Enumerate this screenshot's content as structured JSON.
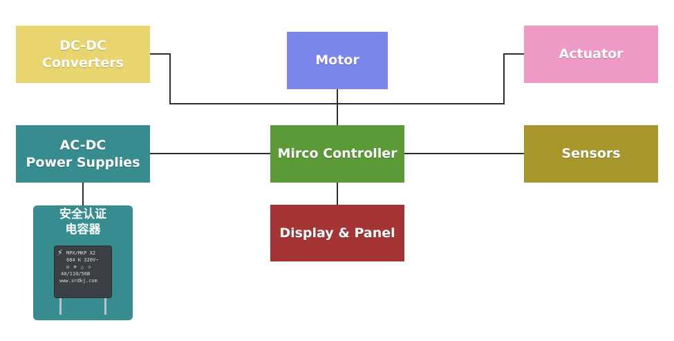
{
  "diagram": {
    "nodes": [
      {
        "id": "dcdc",
        "lines": [
          "DC-DC",
          "Converters"
        ],
        "color": "#e8d56f"
      },
      {
        "id": "motor",
        "lines": [
          "Motor"
        ],
        "color": "#7b86ea"
      },
      {
        "id": "actuator",
        "lines": [
          "Actuator"
        ],
        "color": "#f09ac7"
      },
      {
        "id": "acdc",
        "lines": [
          "AC-DC",
          "Power Supplies"
        ],
        "color": "#368c8f"
      },
      {
        "id": "mcu",
        "lines": [
          "Mirco Controller"
        ],
        "color": "#5b9a36"
      },
      {
        "id": "sensors",
        "lines": [
          "Sensors"
        ],
        "color": "#a6962c"
      },
      {
        "id": "display",
        "lines": [
          "Display & Panel"
        ],
        "color": "#a53535"
      }
    ],
    "capacitor_card": {
      "title_lines": [
        "安全认证",
        "电容器"
      ],
      "color": "#368c8f",
      "component_markings": [
        "MPX/MKP  X2",
        "684  K  320V~",
        "40/110/56B",
        "www.srdkj.com"
      ]
    },
    "line_color": "#2d2d2d"
  }
}
